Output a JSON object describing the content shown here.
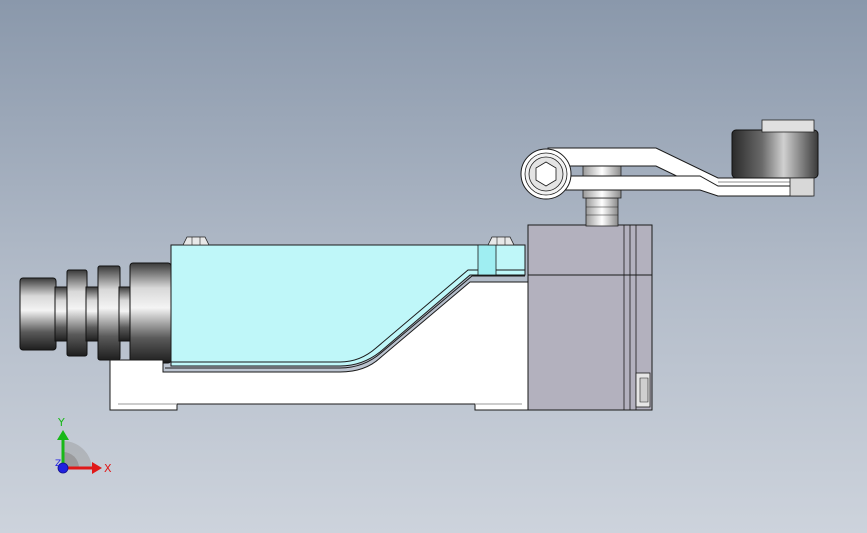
{
  "triad": {
    "x_label": "X",
    "y_label": "Y",
    "z_label": "Z",
    "x_color": "#e01818",
    "y_color": "#18b818",
    "z_color": "#2020e0"
  },
  "colors": {
    "background_top": "#8a98ab",
    "background_bottom": "#cdd3dc",
    "cover": "#bff7f9",
    "base": "#ffffff",
    "head": "#b3b1be",
    "edge": "#1a1a1a"
  }
}
